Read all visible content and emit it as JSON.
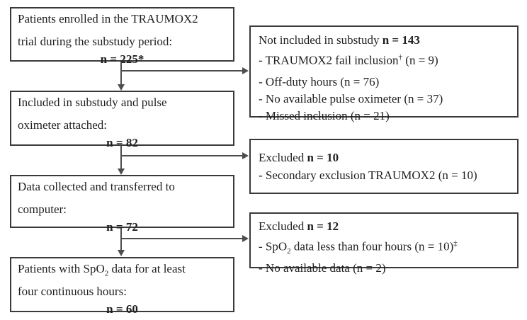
{
  "colors": {
    "background": "#ffffff",
    "box_border": "#3a3a3a",
    "connector": "#4d4d4d",
    "text": "#1f1f1f"
  },
  "flow_boxes": [
    {
      "line1": {
        "pre": "Patients enrolled in the TRAUMOX2"
      },
      "line2": "trial during the substudy period:",
      "n": "n = 225*"
    },
    {
      "line1": {
        "pre": "Included in substudy and pulse"
      },
      "line2": "oximeter attached:",
      "n": "n = 82"
    },
    {
      "line1": {
        "pre": "Data collected and transferred to"
      },
      "line2": "computer:",
      "n": "n = 72"
    },
    {
      "line1": {
        "pre": "Patients with SpO",
        "sub": "2",
        "post": " data for at least"
      },
      "line2": "four continuous hours:",
      "n": "n = 60"
    }
  ],
  "side_boxes": [
    {
      "header": {
        "pre": "Not included in substudy ",
        "bold": "n = 143"
      },
      "items": [
        {
          "pre": "- TRAUMOX2 fail inclusion",
          "sup": "†",
          "post": " (n = 9)"
        },
        {
          "pre": "- Off-duty hours (n = 76)"
        },
        {
          "pre": "- No available pulse oximeter (n = 37)"
        },
        {
          "pre": "- Missed inclusion (n = 21)"
        }
      ]
    },
    {
      "header": {
        "pre": "Excluded ",
        "bold": "n = 10"
      },
      "items": [
        {
          "pre": "- Secondary exclusion TRAUMOX2 (n = 10)"
        }
      ]
    },
    {
      "header": {
        "pre": "Excluded ",
        "bold": "n = 12"
      },
      "items": [
        {
          "pre": "- SpO",
          "sub": "2",
          "mid": " data less than four hours (n = 10)",
          "sup": "‡"
        },
        {
          "pre": "- No available data (n = 2)"
        }
      ]
    }
  ]
}
